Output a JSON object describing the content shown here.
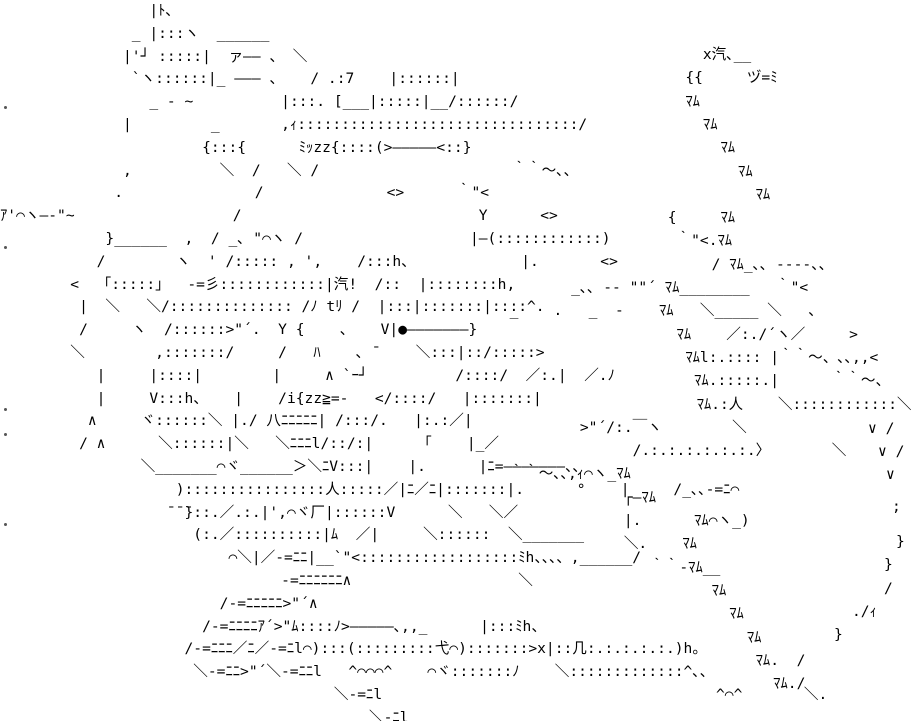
{
  "art": {
    "lines": [
      "                 |ﾄ､",
      "               _ |:::ヽ  ______",
      "              |'┘ :::::|  ァ―― 、 ＼",
      "               `ヽ::::::|_ ――― 、   / .:7    |::::::|",
      "                 _ - ~          |:::. [___|:::::|__/::::::/",
      "              |         _       ,ｨ::::::::::::::::::::::::::::::::/",
      "                       {:::{      ﾐｯzz{::::(>―――――<::}",
      "              ,          ＼  /   ＼ /                      ｀｀～､、",
      "             .               /              <>      ｀\"<",
      "ｱ'⌒ヽ―-\"~                  /                           Y      <>",
      "            }______  ,  / _､ \"⌒ヽ /                   |―(::::::::::::)",
      "           /        ヽ  ' /::::: , ',    /:::h、            |.       <>",
      "        <  「:::::」  -=彡::::::::::::|汽!  /::  |::::::::h,",
      "         |  ＼   ＼/:::::::::::::: /ﾉ tﾘ /  |:::|:::::::|::::^.",
      "         /     ヽ  /::::::>\"´.  Y {    、   V|●―――――――}",
      "        ＼        ,:::::::/     /   ﾊ    ､ ̄     ＼:::|::/:::::>",
      "           |     |::::|        |     ∧ `ｰ┘          /::::/  ／:.|  ／.ﾉ",
      "           |     V:::h、   |    /i{zz≧=-   </::::/   |:::::::|",
      "          ∧     ヾ::::::＼ |./ 八ﾆﾆﾆﾆﾆ| /:::/.   |:.:／|",
      "         / ∧      ＼::::::|＼   ＼ﾆﾆﾆl/::/:|     「    |_／",
      "                ＼_______⌒ヾ______＞＼ﾆV:::|    |.      |ﾆ=―――――――、、",
      "                    )::::::::::::::::人:::::／|ﾆ／ﾆ|:::::::|.      °    |     /_､､-=ﾆ⌒",
      "                   ̄ ̄ ̄}::.／.:.|',⌒ヾ厂|::::::V      ＼   ＼／",
      "                      (:.／::::::::::|ﾑ  ／|     ＼::::::  ＼_______",
      "                          ⌒＼|／-=ﾆﾆ|__`\"<::::::::::::::::::ﾐh、、、、,______/",
      "                                -=ﾆﾆﾆﾆﾆﾆ∧                   ＼",
      "                         /-=ﾆﾆﾆﾆﾆ>\"´∧",
      "                       /-=ﾆﾆﾆﾆｱ´>\"ﾑ::::ﾉ>―――――､,,_      |:::ﾐh、",
      "                     /-=ﾆﾆﾆ／ﾆ／-=ﾆl⌒):::(:::::::::弋⌒):::::::>x|::几:.:.:.:.:.)h。",
      "                      ＼-=ﾆﾆ>\"´＼-=ﾆﾆl   ^⌒⌒⌒^    ⌒ヾ:::::::ﾉ    ＼:::::::::::::^､、",
      "                                      ＼-=ﾆl                                      ^⌒^       ＼.",
      "                                          ＼-ﾆl"
    ],
    "right_lines": [
      "                                                                                x汽､__",
      "                                                                              {{     ヅ=ﾐ",
      "                                                                              ﾏﾑ",
      "                                                                                ﾏﾑ",
      "                                                                                  ﾏﾑ",
      "                                                                                    ﾏﾑ",
      "                                                                                      ﾏﾑ",
      "                                                                            {     ﾏﾑ",
      "                                                                             ｀\"<.ﾏﾑ",
      "                                                                                 / ﾏﾑ_､､ ----、、",
      "                                                                 _､､ -- \"\"´ ﾏﾑ________   ｀\"<",
      "                                                          _    .   _  -    ﾏﾑ   ＼_____ ＼   、",
      "                                                                             ﾏﾑ    ／:./´ヽ／     >",
      "                                                                              ﾏﾑl:.:::: |｀｀～、､､,,<",
      "                                                                               ﾏﾑ.:::::.|      ｀｀～、",
      "                                                                                ﾏﾑ.:人    ＼::::::::::::＼",
      "                                                                  >\"´/:.￣ヽ        ＼",
      "                                                                        /.:.:.:.:.:.:.〉       ＼",
      "                                                          ｀｀～､､,ｨ⌒ヽ_ﾏﾑ",
      "                                                                       ┌―ﾏﾑ",
      "                                                                       |.      ﾏﾑ⌒ヽ_)",
      "                                                                       ＼.    ﾏﾑ",
      "                                                                          ｀｀-ﾏﾑ__",
      "                                                                                 ﾏﾑ",
      "                                                                                   ﾏﾑ",
      "                                                                                     ﾏﾑ",
      "                                                                                      ﾏﾑ.  /",
      "                                                                                        ﾏﾑ./"
    ],
    "right_misc": [
      "∨ /",
      "∨ /",
      "∨",
      ";",
      "}",
      "}",
      "/",
      "./ｨ",
      "}",
      "\\",
      "\\"
    ]
  }
}
